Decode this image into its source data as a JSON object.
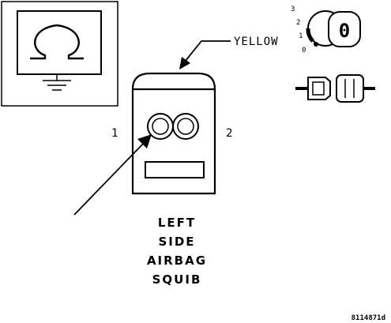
{
  "wire_color_label": "YELLOW",
  "pin_labels": {
    "left": "1",
    "right": "2"
  },
  "component_name": [
    "LEFT",
    "SIDE",
    "AIRBAG",
    "SQUIB"
  ],
  "ignition_positions": [
    "3",
    "2",
    "1",
    "0"
  ],
  "key_glyph": "0",
  "figure_code": "8114871d",
  "icons": {
    "meter": "ohmmeter-icon",
    "ignition": "ignition-key-icon",
    "connector": "disconnected-connector-icon"
  }
}
